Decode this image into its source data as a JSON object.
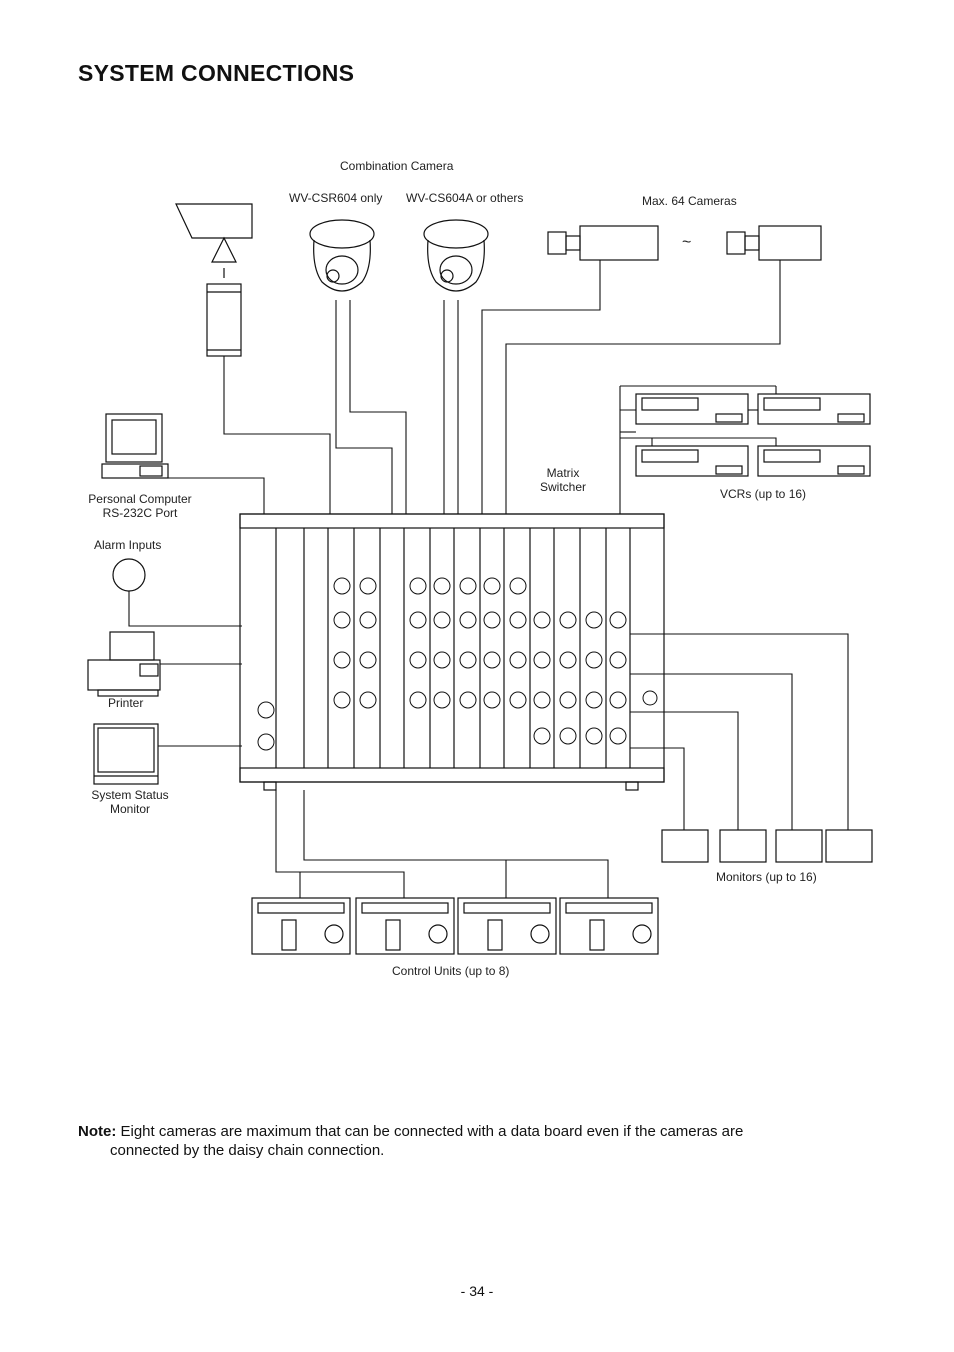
{
  "page": {
    "title": "SYSTEM CONNECTIONS",
    "page_number": "- 34 -"
  },
  "labels": {
    "combination_camera": "Combination Camera",
    "wv_csr604": "WV-CSR604 only",
    "wv_cs604a": "WV-CS604A or others",
    "max_cameras": "Max. 64 Cameras",
    "tilde": "~",
    "personal_computer": "Personal Computer",
    "rs232c": "RS-232C Port",
    "alarm_inputs": "Alarm Inputs",
    "printer": "Printer",
    "system_status": "System Status",
    "monitor": "Monitor",
    "matrix": "Matrix",
    "switcher": "Switcher",
    "vcrs": "VCRs (up to 16)",
    "monitors": "Monitors (up to 16)",
    "control_units": "Control Units (up to 8)"
  },
  "note": {
    "label": "Note:",
    "text_line1": "Eight cameras are maximum that can be connected with a data board even if the cameras are",
    "text_line2": "connected by the daisy chain connection."
  }
}
